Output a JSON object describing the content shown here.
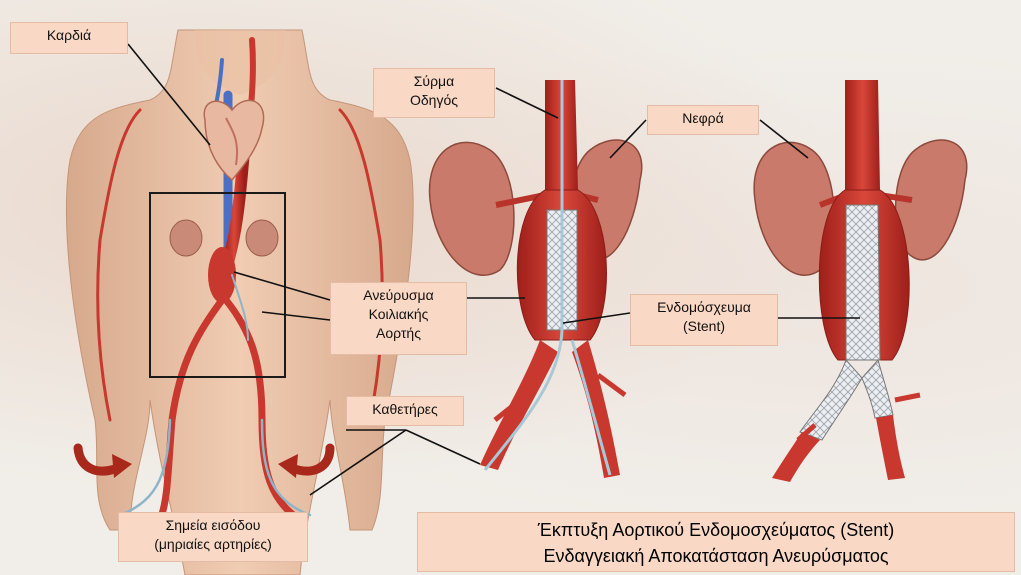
{
  "labels": {
    "heart": "Καρδιά",
    "guidewire": [
      "Σύρμα",
      "Οδηγός"
    ],
    "kidneys": "Νεφρά",
    "aneurysm": [
      "Ανεύρυσμα",
      "Κοιλιακής",
      "Αορτής"
    ],
    "stent": [
      "Ενδομόσχευμα",
      "(Stent)"
    ],
    "catheters": "Καθετήρες",
    "entry_points": [
      "Σημεία εισόδου",
      "(μηριαίες αρτηρίες)"
    ]
  },
  "title": [
    "Έκπτυξη Αορτικού Ενδομοσχεύματος (Stent)",
    "Ενδαγγειακή Αποκατάσταση Ανευρύσματος"
  ],
  "colors": {
    "label_bg": "#f9d9c5",
    "skin": "#e8c2a6",
    "artery": "#c8382e",
    "vein": "#4a6fc4",
    "kidney": "#c97a6a",
    "stent": "#e6e8ec",
    "arrow": "#a8281c"
  },
  "icons": [
    "curved-arrow-left-icon",
    "curved-arrow-right-icon"
  ]
}
